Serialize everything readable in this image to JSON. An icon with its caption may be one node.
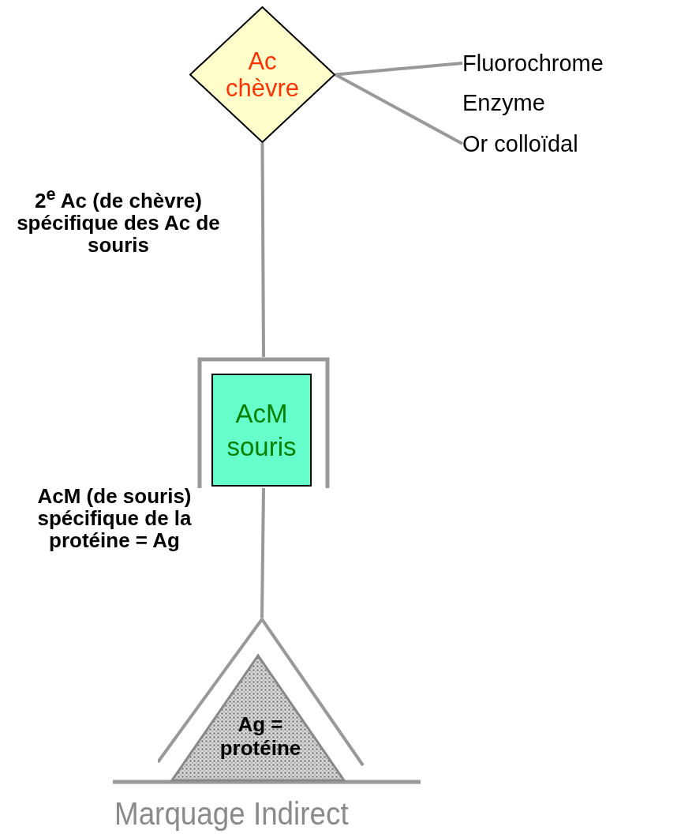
{
  "diagram": {
    "caption": "Marquage Indirect",
    "nodes": [
      {
        "text": [
          "Ac chèvre"
        ]
      },
      {
        "text": [
          "Fluorochrome"
        ]
      },
      {
        "text": [
          "Or colloïdal"
        ]
      },
      {
        "text": [
          "AcM souris"
        ]
      },
      {
        "text": [
          "Ag = protéine"
        ]
      }
    ],
    "edges": [
      {
        "from": 0,
        "to": 1,
        "arrow": "none"
      },
      {
        "from": 0,
        "to": 2,
        "arrow": "none"
      },
      {
        "from": 0,
        "to": 3,
        "arrow": "none"
      },
      {
        "from": 3,
        "to": 4,
        "arrow": "none"
      }
    ],
    "labels": [
      "Enzyme",
      "2$^{e}$ Ac (de chèvre) spécifique des Ac de souris",
      "AcM (de souris) spécifique de la protéine = Ag"
    ]
  }
}
